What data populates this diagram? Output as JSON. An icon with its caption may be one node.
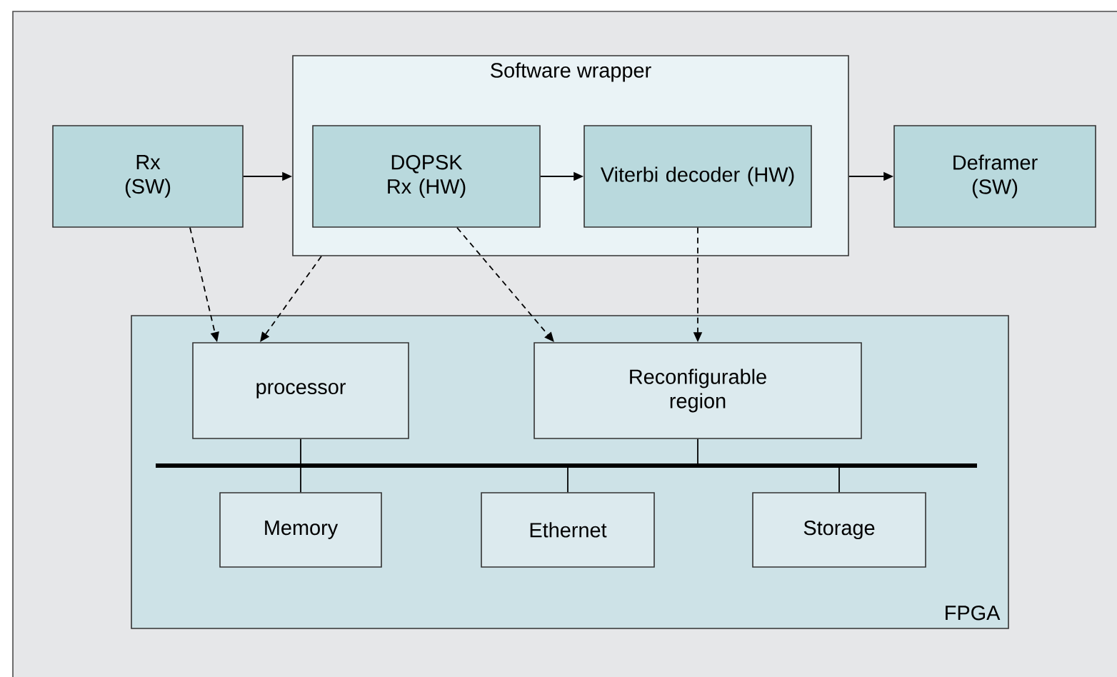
{
  "diagram": {
    "nodes": [
      {
        "text": [
          "Software wrapper"
        ]
      },
      {
        "text": [
          "Rx (SW)"
        ]
      },
      {
        "text": [
          "DQPSK Rx (HW)"
        ],
        "in": 0
      },
      {
        "text": [
          "Viterbi decoder (HW)"
        ],
        "in": 0
      },
      {
        "text": [
          "Deframer (SW)"
        ]
      },
      {
        "text": [
          "FPGA"
        ]
      },
      {
        "text": [
          "processor"
        ],
        "in": 5
      },
      {
        "text": [
          "Reconfigurable region"
        ],
        "in": 5
      },
      {
        "text": [],
        "shape": "bar",
        "in": 5
      },
      {
        "text": [
          "Memory"
        ],
        "in": 5
      },
      {
        "text": [
          "Ethernet"
        ],
        "in": 5
      },
      {
        "text": [
          "Storage"
        ],
        "in": 5
      }
    ],
    "edges": [
      {
        "from": 1,
        "to": 0,
        "arrow": "to"
      },
      {
        "from": 2,
        "to": 3,
        "arrow": "to"
      },
      {
        "from": 0,
        "to": 4,
        "arrow": "to"
      },
      {
        "from": 1,
        "to": 6,
        "arrow": "to",
        "style": "dashed"
      },
      {
        "from": 0,
        "to": 6,
        "arrow": "to",
        "style": "dashed"
      },
      {
        "from": 2,
        "to": 7,
        "arrow": "to",
        "style": "dashed"
      },
      {
        "from": 3,
        "to": 7,
        "arrow": "to",
        "style": "dashed"
      },
      {
        "from": 6,
        "to": 8,
        "arrow": "none"
      },
      {
        "from": 7,
        "to": 8,
        "arrow": "none"
      },
      {
        "from": 9,
        "to": 8,
        "arrow": "none"
      },
      {
        "from": 10,
        "to": 8,
        "arrow": "none"
      },
      {
        "from": 11,
        "to": 8,
        "arrow": "none"
      }
    ]
  }
}
